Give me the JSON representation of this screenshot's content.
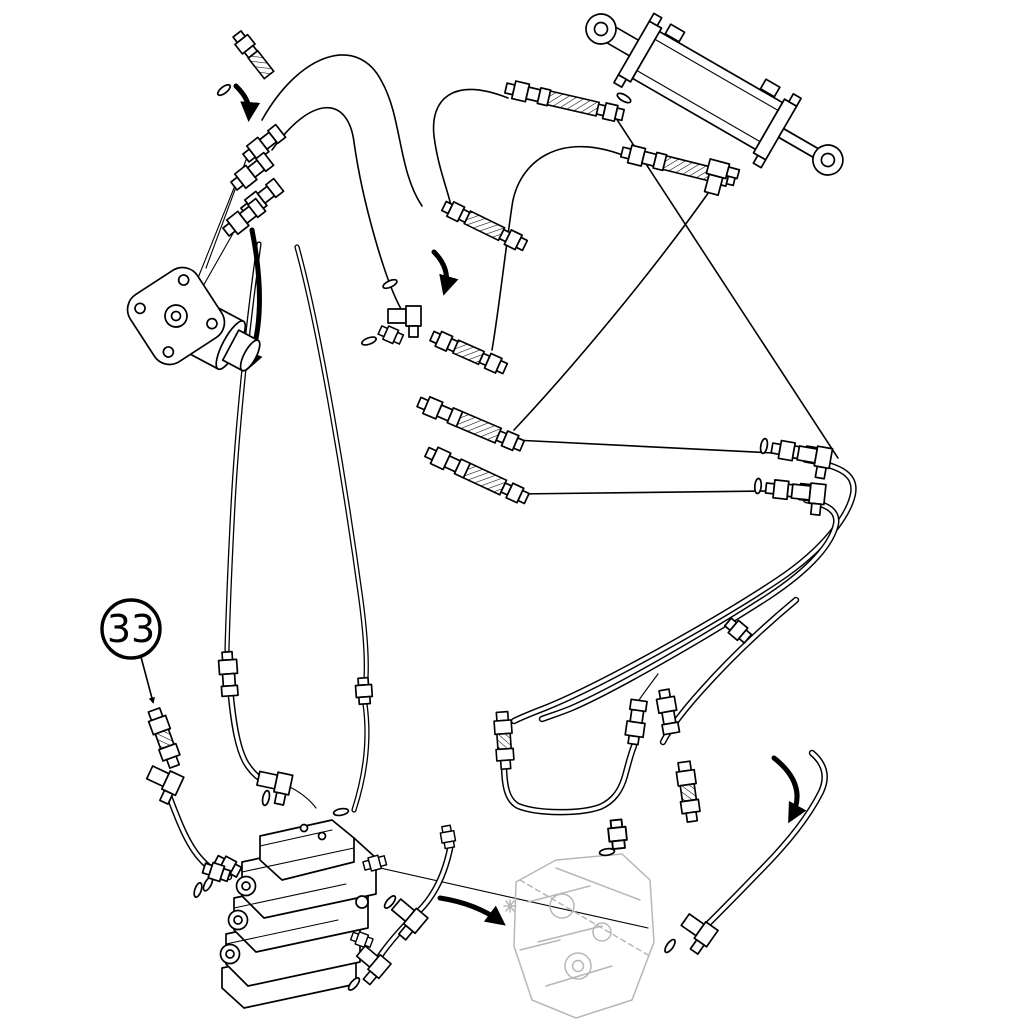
{
  "figure": {
    "kind": "exploded-parts-diagram",
    "colors": {
      "background": "#ffffff",
      "line": "#000000",
      "ghost": "#b7b7b7"
    },
    "callouts": [
      {
        "label": "33"
      }
    ],
    "components": [
      {
        "name": "hydraulic-cylinder"
      },
      {
        "name": "steering-motor"
      },
      {
        "name": "control-valve-stack"
      },
      {
        "name": "hose-assemblies"
      },
      {
        "name": "steel-tube-assemblies"
      },
      {
        "name": "fittings-and-o-rings"
      },
      {
        "name": "reference-component-ghost"
      }
    ]
  }
}
